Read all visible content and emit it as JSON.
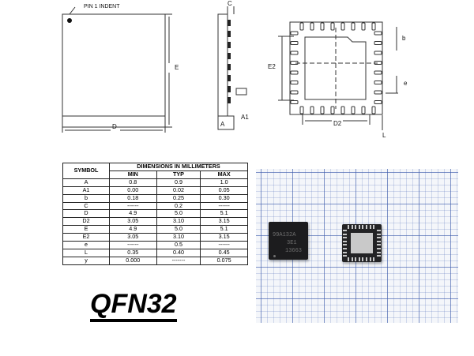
{
  "drawing": {
    "pin1_label": "PIN 1 INDENT",
    "top_view": {
      "height_label": "E",
      "width_label": "D"
    },
    "side_view": {
      "top_label": "C",
      "a_label": "A",
      "a1_label": "A1"
    },
    "bottom_view": {
      "e2_label": "E2",
      "d2_label": "D2",
      "b_label": "b",
      "e_label": "e",
      "l_label": "L"
    }
  },
  "dimensions_table": {
    "symbol_header": "SYMBOL",
    "group_header": "DIMENSIONS IN MILLIMETERS",
    "columns": [
      "MIN",
      "TYP",
      "MAX"
    ],
    "rows": [
      {
        "symbol": "A",
        "min": "0.8",
        "typ": "0.9",
        "max": "1.0"
      },
      {
        "symbol": "A1",
        "min": "0.00",
        "typ": "0.02",
        "max": "0.05"
      },
      {
        "symbol": "b",
        "min": "0.18",
        "typ": "0.25",
        "max": "0.30"
      },
      {
        "symbol": "C",
        "min": "------",
        "typ": "0.2",
        "max": "------"
      },
      {
        "symbol": "D",
        "min": "4.9",
        "typ": "5.0",
        "max": "5.1"
      },
      {
        "symbol": "D2",
        "min": "3.05",
        "typ": "3.10",
        "max": "3.15"
      },
      {
        "symbol": "E",
        "min": "4.9",
        "typ": "5.0",
        "max": "5.1"
      },
      {
        "symbol": "E2",
        "min": "3.05",
        "typ": "3.10",
        "max": "3.15"
      },
      {
        "symbol": "e",
        "min": "------",
        "typ": "0.5",
        "max": "------"
      },
      {
        "symbol": "L",
        "min": "0.35",
        "typ": "0.40",
        "max": "0.45"
      },
      {
        "symbol": "y",
        "min": "0.000",
        "typ": "-------",
        "max": "0.075"
      }
    ]
  },
  "package_title": "QFN32",
  "photo": {
    "chip_marking": [
      "99A132A",
      "3E1",
      "13663"
    ]
  }
}
